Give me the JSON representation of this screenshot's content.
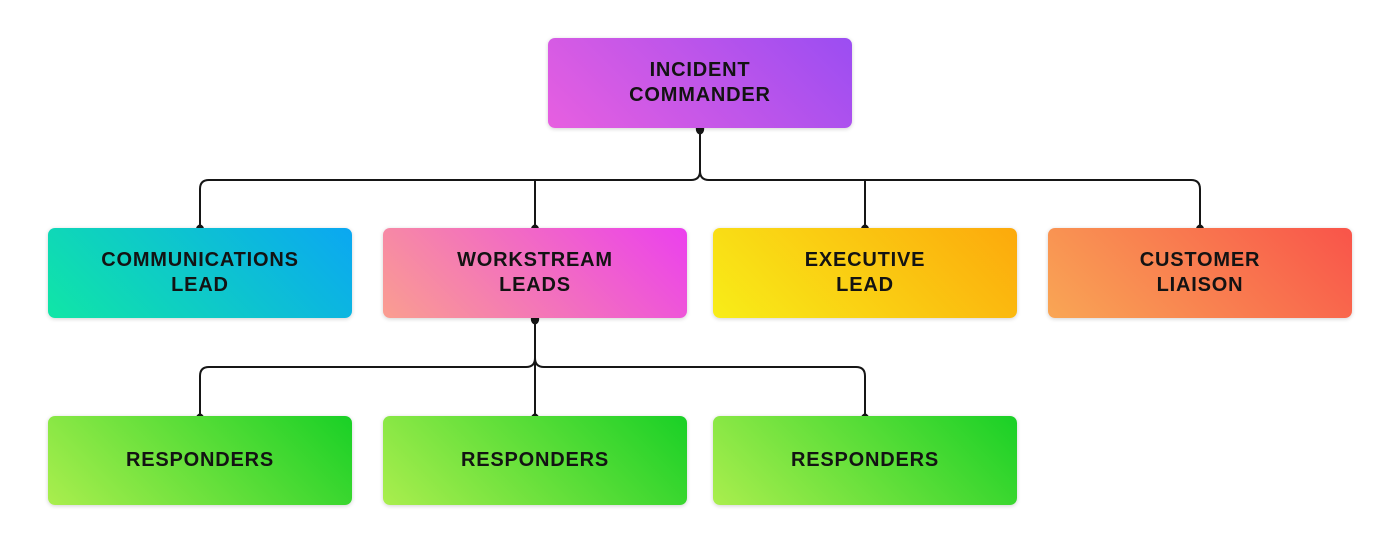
{
  "diagram_type": "org-chart",
  "connector_color": "#161616",
  "nodes": [
    {
      "id": "incident-commander",
      "label": "INCIDENT\nCOMMANDER",
      "gradient_from": "#e75fe0",
      "gradient_to": "#9b4df2"
    },
    {
      "id": "communications-lead",
      "label": "COMMUNICATIONS\nLEAD",
      "gradient_from": "#10e6a6",
      "gradient_to": "#0ba7f2"
    },
    {
      "id": "workstream-leads",
      "label": "WORKSTREAM\nLEADS",
      "gradient_from": "#fa9e90",
      "gradient_to": "#eb40ee"
    },
    {
      "id": "executive-lead",
      "label": "EXECUTIVE\nLEAD",
      "gradient_from": "#f8ed18",
      "gradient_to": "#fca90c"
    },
    {
      "id": "customer-liaison",
      "label": "CUSTOMER\nLIAISON",
      "gradient_from": "#f9a655",
      "gradient_to": "#f9544a"
    },
    {
      "id": "responders-1",
      "label": "RESPONDERS",
      "gradient_from": "#aaee4e",
      "gradient_to": "#19d026"
    },
    {
      "id": "responders-2",
      "label": "RESPONDERS",
      "gradient_from": "#aaee4e",
      "gradient_to": "#19d026"
    },
    {
      "id": "responders-3",
      "label": "RESPONDERS",
      "gradient_from": "#aaee4e",
      "gradient_to": "#19d026"
    }
  ],
  "edges": [
    {
      "from": "incident-commander",
      "to": "communications-lead"
    },
    {
      "from": "incident-commander",
      "to": "workstream-leads"
    },
    {
      "from": "incident-commander",
      "to": "executive-lead"
    },
    {
      "from": "incident-commander",
      "to": "customer-liaison"
    },
    {
      "from": "workstream-leads",
      "to": "responders-1"
    },
    {
      "from": "workstream-leads",
      "to": "responders-2"
    },
    {
      "from": "workstream-leads",
      "to": "responders-3"
    }
  ]
}
